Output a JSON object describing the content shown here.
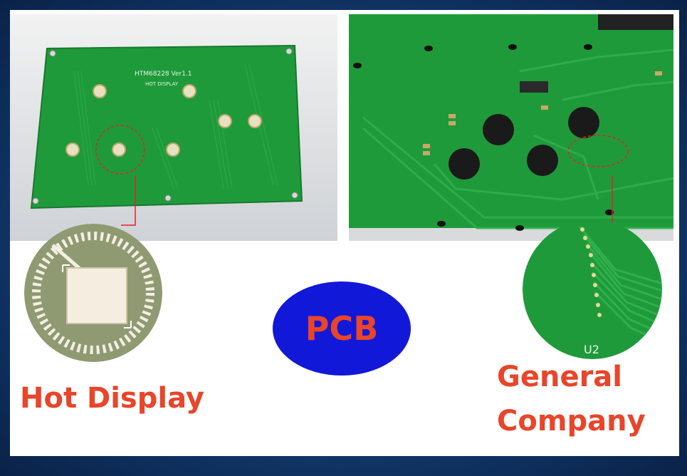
{
  "board_silkscreen": {
    "model": "HTM68228 Ver1.1",
    "subtitle": "HOT DISPLAY",
    "chip_label": "U2"
  },
  "center_badge": {
    "text": "PCB",
    "fill_color": "#1218d8"
  },
  "left_caption": {
    "text": "Hot Display"
  },
  "right_caption": {
    "line1": "General",
    "line2": "Company"
  },
  "colors": {
    "caption": "#e8452a",
    "board_green": "#1f9a3a",
    "frame_blue": "#123a6e"
  }
}
